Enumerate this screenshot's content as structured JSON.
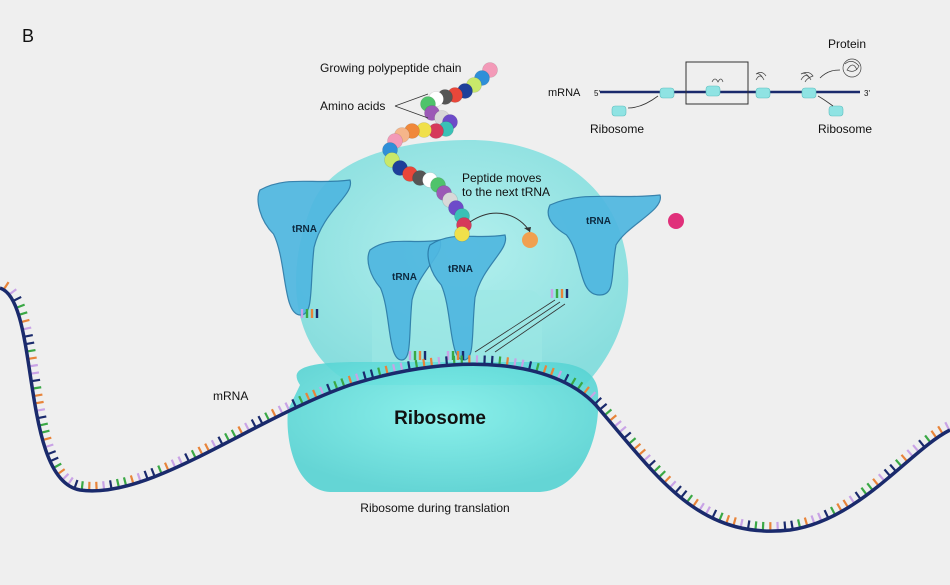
{
  "panel_label": "B",
  "labels": {
    "growing_chain": "Growing polypeptide chain",
    "amino_acids": "Amino acids",
    "peptide_moves_line1": "Peptide moves",
    "peptide_moves_line2": "to the next tRNA",
    "trna": "tRNA",
    "mrna": "mRNA",
    "ribosome": "Ribosome",
    "caption": "Ribosome during translation"
  },
  "inset": {
    "mrna_label": "mRNA",
    "five_prime": "5'",
    "three_prime": "3'",
    "ribosome_left": "Ribosome",
    "ribosome_right": "Ribosome",
    "protein": "Protein"
  },
  "colors": {
    "background": "#efefef",
    "ribosome_body": "#8fe3e3",
    "ribosome_base": "#6fdcdc",
    "trna": "#4fb7e0",
    "mrna_backbone": "#1a2a6c",
    "base_colors": [
      "#e8843a",
      "#3aa845",
      "#1a2a6c",
      "#c9a3e6"
    ],
    "amino_acid_colors": [
      "#f39ab8",
      "#f0e04a",
      "#6d4bc9",
      "#4fc36b",
      "#e8473a",
      "#2f8fd8",
      "#f0883a",
      "#3ac1b6",
      "#9b59b6",
      "#555555",
      "#c8e86a",
      "#f5b58a",
      "#d63a5a",
      "#d8d8d8",
      "#ffffff",
      "#1e3f9a"
    ]
  }
}
